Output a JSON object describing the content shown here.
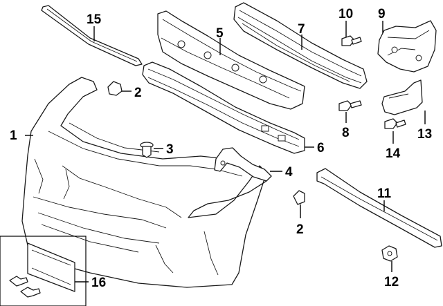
{
  "diagram": {
    "callouts": [
      {
        "id": "c1",
        "label": "1"
      },
      {
        "id": "c2a",
        "label": "2"
      },
      {
        "id": "c2b",
        "label": "2"
      },
      {
        "id": "c3",
        "label": "3"
      },
      {
        "id": "c4",
        "label": "4"
      },
      {
        "id": "c5",
        "label": "5"
      },
      {
        "id": "c6",
        "label": "6"
      },
      {
        "id": "c7",
        "label": "7"
      },
      {
        "id": "c8",
        "label": "8"
      },
      {
        "id": "c9",
        "label": "9"
      },
      {
        "id": "c10",
        "label": "10"
      },
      {
        "id": "c11",
        "label": "11"
      },
      {
        "id": "c12",
        "label": "12"
      },
      {
        "id": "c13",
        "label": "13"
      },
      {
        "id": "c14",
        "label": "14"
      },
      {
        "id": "c15",
        "label": "15"
      },
      {
        "id": "c16",
        "label": "16"
      }
    ]
  }
}
